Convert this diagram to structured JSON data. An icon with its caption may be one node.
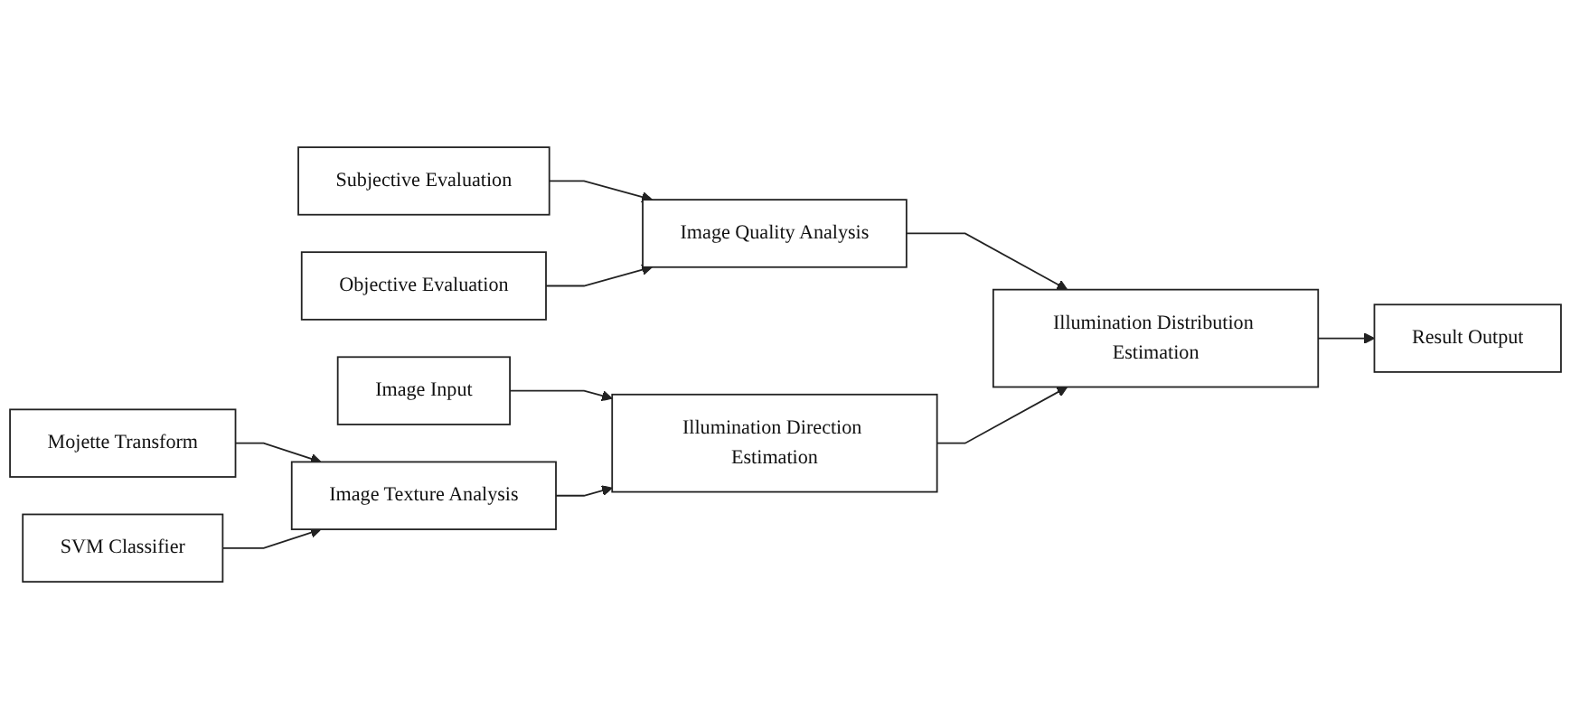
{
  "diagram": {
    "nodes": [
      {
        "text": [
          "Subjective Evaluation"
        ]
      },
      {
        "text": [
          "Objective Evaluation"
        ]
      },
      {
        "text": [
          "Image Quality Analysis"
        ]
      },
      {
        "text": [
          "Image Input"
        ]
      },
      {
        "text": [
          "Illumination Direction Estimation"
        ]
      },
      {
        "text": [
          "Illumination Distribution Estimation"
        ]
      },
      {
        "text": [
          "Result Output"
        ]
      },
      {
        "text": [
          "Image Texture Analysis"
        ]
      },
      {
        "text": [
          "Mojette Transform"
        ]
      },
      {
        "text": [
          "SVM Classifier"
        ]
      }
    ],
    "edges": [
      {
        "from": 0,
        "to": 2,
        "arrow": "to"
      },
      {
        "from": 1,
        "to": 2,
        "arrow": "to"
      },
      {
        "from": 2,
        "to": 5,
        "arrow": "to"
      },
      {
        "from": 3,
        "to": 4,
        "arrow": "to"
      },
      {
        "from": 4,
        "to": 5,
        "arrow": "to"
      },
      {
        "from": 5,
        "to": 6,
        "arrow": "to"
      },
      {
        "from": 7,
        "to": 4,
        "arrow": "to"
      },
      {
        "from": 8,
        "to": 7,
        "arrow": "to"
      },
      {
        "from": 9,
        "to": 7,
        "arrow": "to"
      }
    ]
  }
}
